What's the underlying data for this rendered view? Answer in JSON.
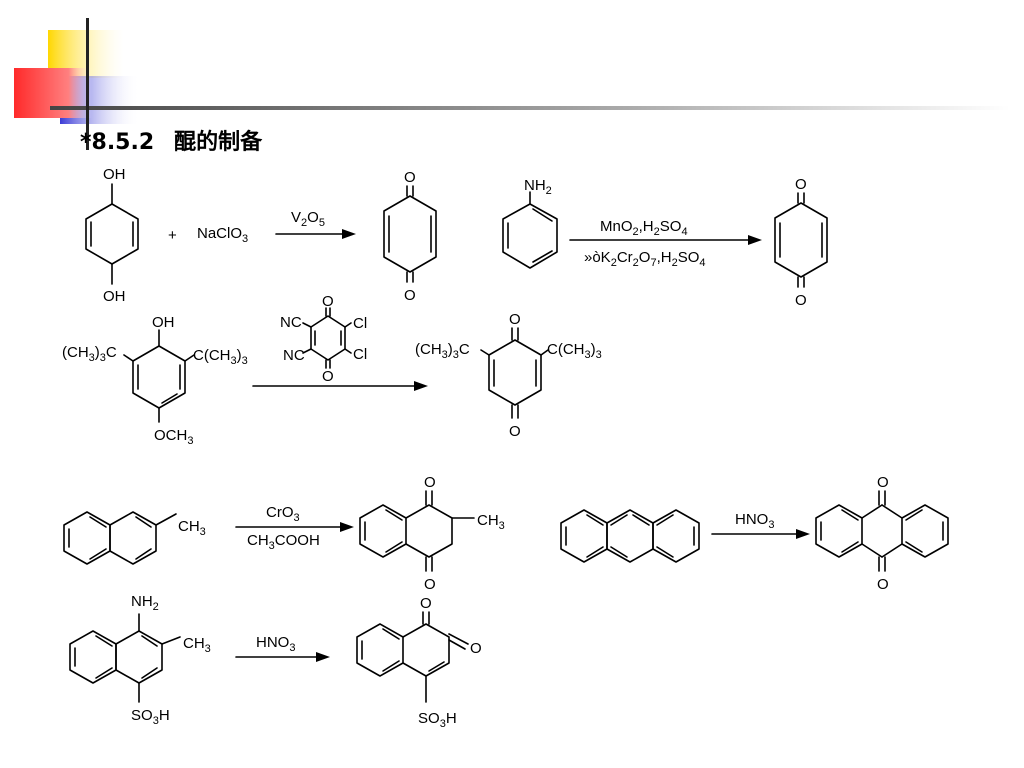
{
  "slide": {
    "title_number": "*8.5.2",
    "title_text": "醌的制备",
    "accent_colors": {
      "yellow": "#ffd700",
      "red": "#ff2a2a",
      "blue": "#3b3bd6",
      "line": "#555555"
    }
  },
  "reactions": {
    "r1": {
      "oh_top": "OH",
      "oh_bottom": "OH",
      "plus": "+",
      "reagent": "NaClO",
      "reagent_sub": "3",
      "cond_a": "V",
      "cond_a_sub1": "2",
      "cond_b": "O",
      "cond_b_sub": "5",
      "prod_o_top": "O",
      "prod_o_bottom": "O"
    },
    "r2": {
      "amine": "NH",
      "amine_sub": "2",
      "cond1_a": "MnO",
      "cond1_a_sub": "2",
      "cond1_b": ",H",
      "cond1_b_sub": "2",
      "cond1_c": "SO",
      "cond1_c_sub": "4",
      "cond2_a": "»òK",
      "cond2_a_sub": "2",
      "cond2_b": "Cr",
      "cond2_b_sub": "2",
      "cond2_c": "O",
      "cond2_c_sub": "7",
      "cond2_d": ",H",
      "cond2_d_sub": "2",
      "cond2_e": "SO",
      "cond2_e_sub": "4",
      "prod_o_top": "O",
      "prod_o_bottom": "O"
    },
    "r3": {
      "oh": "OH",
      "tbu_left": "(CH",
      "tbu_left_sub": "3",
      "tbu_left_end": ")",
      "tbu_left_sub2": "3",
      "tbu_left_c": "C",
      "tbu_right": "C(CH",
      "tbu_right_sub": "3",
      "tbu_right_end": ")",
      "tbu_right_sub2": "3",
      "ome": "OCH",
      "ome_sub": "3",
      "ddq_nc1": "NC",
      "ddq_nc2": "NC",
      "ddq_cl1": "Cl",
      "ddq_cl2": "Cl",
      "ddq_o_top": "O",
      "ddq_o_bottom": "O",
      "prod_o_top": "O",
      "prod_o_bottom": "O"
    },
    "r4": {
      "ch3": "CH",
      "ch3_sub": "3",
      "cond_top": "CrO",
      "cond_top_sub": "3",
      "cond_bottom_a": "CH",
      "cond_bottom_sub": "3",
      "cond_bottom_b": "COOH",
      "prod_o_top": "O",
      "prod_o_bottom": "O",
      "prod_ch3": "CH",
      "prod_ch3_sub": "3"
    },
    "r5": {
      "cond": "HNO",
      "cond_sub": "3",
      "prod_o_top": "O",
      "prod_o_bottom": "O"
    },
    "r6": {
      "nh2": "NH",
      "nh2_sub": "2",
      "ch3": "CH",
      "ch3_sub": "3",
      "so3h": "SO",
      "so3h_sub": "3",
      "so3h_end": "H",
      "cond": "HNO",
      "cond_sub": "3",
      "prod_o_top": "O",
      "prod_o_right": "O",
      "prod_so3h": "SO",
      "prod_so3h_sub": "3",
      "prod_so3h_end": "H"
    }
  }
}
